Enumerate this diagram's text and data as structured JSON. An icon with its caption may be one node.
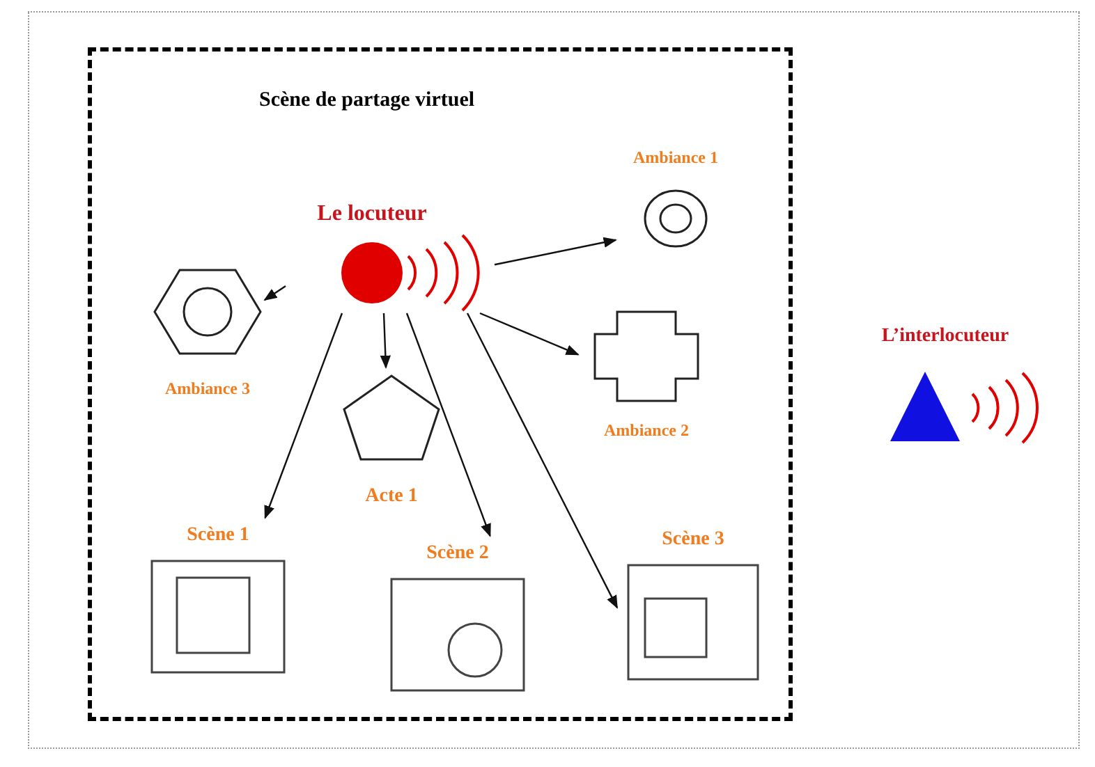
{
  "diagram": {
    "nodes": [
      {
        "text": [],
        "shape": "box"
      },
      {
        "text": [
          "Scène de partage virtuel"
        ],
        "in": 0
      },
      {
        "text": [
          "Le locuteur"
        ],
        "in": 1
      },
      {
        "text": [
          "Ambiance 1"
        ],
        "in": 1
      },
      {
        "text": [
          "Ambiance 2"
        ],
        "in": 1
      },
      {
        "text": [
          "Ambiance 3"
        ],
        "in": 1
      },
      {
        "text": [
          "Acte 1"
        ],
        "in": 1
      },
      {
        "text": [
          "Scène 1"
        ],
        "in": 1
      },
      {
        "text": [
          "Scène 2"
        ],
        "in": 1
      },
      {
        "text": [
          "Scène 3"
        ],
        "in": 1
      },
      {
        "text": [
          "L’interlocuteur"
        ],
        "in": 0
      }
    ],
    "edges": [
      {
        "from": 2,
        "to": 3,
        "arrow": "to"
      },
      {
        "from": 2,
        "to": 4,
        "arrow": "to"
      },
      {
        "from": 2,
        "to": 5,
        "arrow": "to"
      },
      {
        "from": 2,
        "to": 6,
        "arrow": "to"
      },
      {
        "from": 2,
        "to": 7,
        "arrow": "to"
      },
      {
        "from": 2,
        "to": 8,
        "arrow": "to"
      },
      {
        "from": 2,
        "to": 9,
        "arrow": "to"
      }
    ]
  }
}
